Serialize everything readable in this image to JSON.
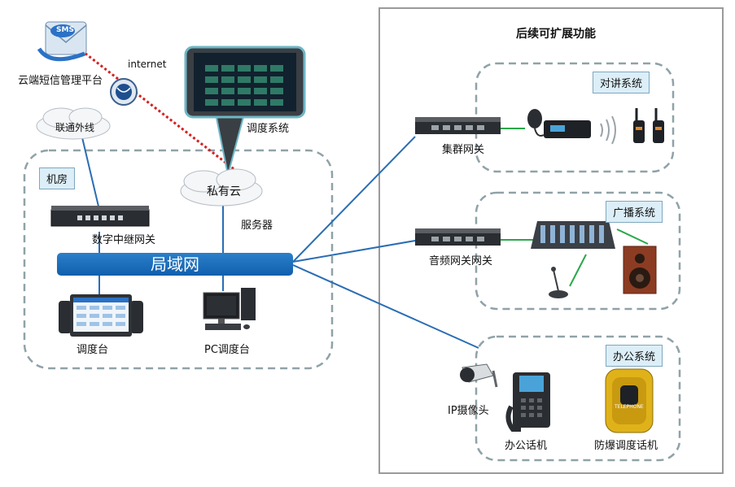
{
  "right_panel": {
    "title": "后续可扩展功能"
  },
  "cloud_platform": {
    "label": "云端短信管理平台",
    "sms_badge": "SMS"
  },
  "internet": {
    "label": "internet"
  },
  "unicom_line": {
    "label": "联通外线"
  },
  "dispatch_system": {
    "label": "调度系统"
  },
  "private_cloud": {
    "label": "私有云"
  },
  "server": {
    "label": "服务器"
  },
  "machine_room": {
    "label": "机房"
  },
  "digital_trunk_gateway": {
    "label": "数字中继网关"
  },
  "lan": {
    "label": "局域网"
  },
  "dispatch_console": {
    "label": "调度台"
  },
  "pc_console": {
    "label": "PC调度台"
  },
  "cluster_gateway": {
    "label": "集群网关"
  },
  "audio_gateway": {
    "label": "音频网关网关"
  },
  "intercom_system": {
    "label": "对讲系统"
  },
  "broadcast_system": {
    "label": "广播系统"
  },
  "office_system": {
    "label": "办公系统"
  },
  "ip_camera": {
    "label": "IP摄像头"
  },
  "office_phone": {
    "label": "办公话机"
  },
  "explosion_phone": {
    "label": "防爆调度话机",
    "badge": "TELEPHONE"
  },
  "colors": {
    "line_blue": "#2a6db5",
    "line_green": "#2aa84a",
    "dash_red": "#d42020",
    "dash_border": "#8fa2a8"
  }
}
